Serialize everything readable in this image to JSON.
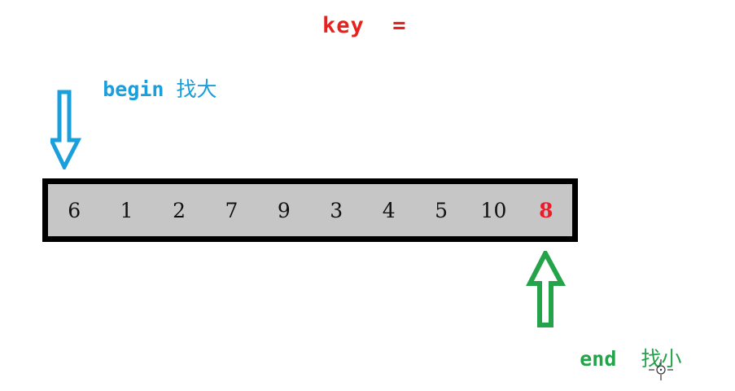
{
  "title": {
    "text": "key  =",
    "color": "#e8211f"
  },
  "annotations": {
    "begin": {
      "label": "begin",
      "cn_label": "找大",
      "color": "#199fdc",
      "arrow": "down-arrow-icon"
    },
    "end": {
      "label": "end",
      "cn_label": "找小",
      "color": "#24a34a",
      "arrow": "up-arrow-icon"
    }
  },
  "array": {
    "fill_color": "#c6c6c6",
    "border_color": "#000000",
    "key_color": "#ef1a2a",
    "values": [
      "6",
      "1",
      "2",
      "7",
      "9",
      "3",
      "4",
      "5",
      "10",
      "8"
    ],
    "key_index": 9
  },
  "cursor": {
    "icon": "crosshair-icon"
  }
}
